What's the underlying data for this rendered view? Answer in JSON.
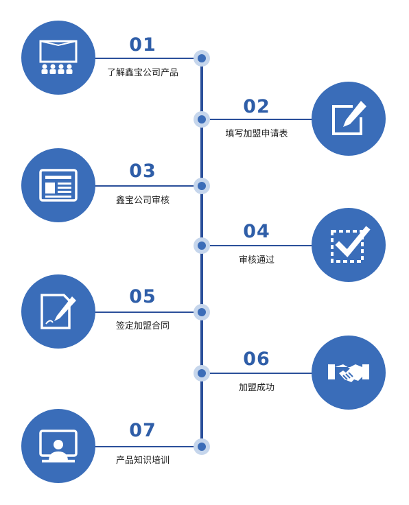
{
  "steps": [
    {
      "number": "01",
      "label": "了解鑫宝公司产品",
      "icon": "presentation-audience-icon"
    },
    {
      "number": "02",
      "label": "填写加盟申请表",
      "icon": "pen-edit-icon"
    },
    {
      "number": "03",
      "label": "鑫宝公司审核",
      "icon": "document-news-icon"
    },
    {
      "number": "04",
      "label": "审核通过",
      "icon": "checkbox-checked-icon"
    },
    {
      "number": "05",
      "label": "签定加盟合同",
      "icon": "document-sign-icon"
    },
    {
      "number": "06",
      "label": "加盟成功",
      "icon": "handshake-icon"
    },
    {
      "number": "07",
      "label": "产品知识培训",
      "icon": "teacher-board-icon"
    }
  ],
  "colors": {
    "circle": "#3a6db9",
    "line": "#2a4f9a",
    "number": "#2f5ea8",
    "node_outer": "#c6d6ec",
    "node_inner": "#3c6db8"
  }
}
